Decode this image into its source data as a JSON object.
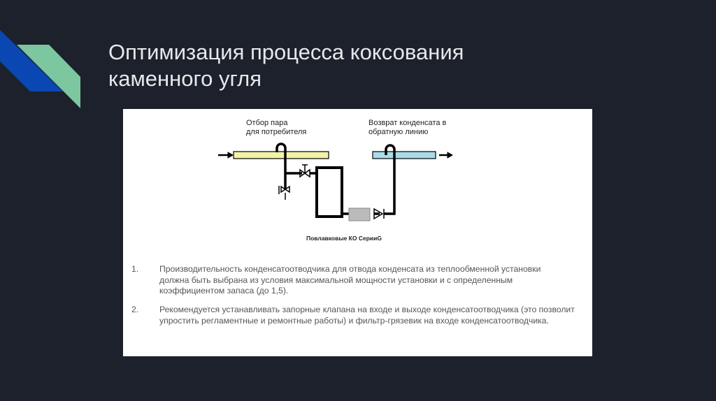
{
  "slide": {
    "title_line1": "Оптимизация процесса коксования",
    "title_line2": "каменного угля"
  },
  "diagram": {
    "label_steam_1": "Отбор пара",
    "label_steam_2": "для потребителя",
    "label_return_1": "Возврат конденсата в",
    "label_return_2": "обратную линию",
    "caption": "Повлавковые КО СерииG",
    "colors": {
      "steam_pipe": "#f3f3a6",
      "return_pipe": "#a8dcea"
    }
  },
  "notes": [
    {
      "num": "1.",
      "text": "Производительность конденсатоотводчика для отвода конденсата из теплообменной установки должна быть выбрана из условия максимальной мощности установки и с определенным коэффициентом запаса (до 1,5)."
    },
    {
      "num": "2.",
      "text": "Рекомендуется устанавливать запорные клапана на входе и выходе конденсатоотводчика (это позволит упростить регламентные и ремонтные работы) и фильтр-грязевик на входе конденсатоотводчика."
    }
  ]
}
